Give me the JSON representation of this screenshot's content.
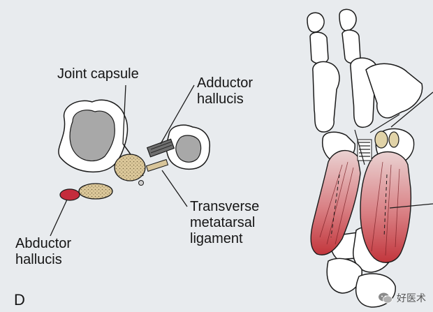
{
  "figure": {
    "labels": {
      "joint_capsule": "Joint capsule",
      "adductor_hallucis": "Adductor\nhallucis",
      "transverse_metatarsal_ligament": "Transverse\nmetatarsal\nligament",
      "abductor_hallucis": "Abductor\nhallucis",
      "panel_letter": "D"
    },
    "watermark": "好医术"
  },
  "colors": {
    "background": "#e8ebee",
    "bone_fill": "#ffffff",
    "marrow_fill": "#a9a9a9",
    "sesamoid_fill": "#dcc89a",
    "muscle_red": "#c0363a",
    "muscle_pink": "#e3a0a2",
    "abductor_red": "#c42c3c",
    "outline": "#1a1a1a"
  },
  "icons": {
    "watermark_logo": "wechat-icon"
  }
}
